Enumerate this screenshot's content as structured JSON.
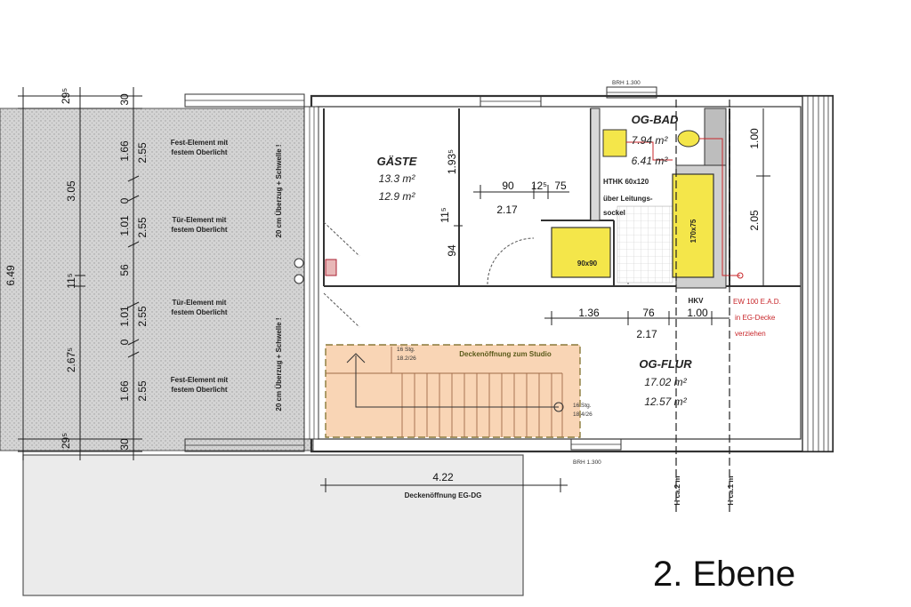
{
  "plan": {
    "title": "2. Ebene",
    "rooms": {
      "gaeste": {
        "name": "GÄSTE",
        "area1": "13.3 m²",
        "area2": "12.9 m²"
      },
      "bad": {
        "name": "OG-BAD",
        "area1": "7.94 m²",
        "area2": "6.41 m²"
      },
      "flur": {
        "name": "OG-FLUR",
        "area1": "17.02 m²",
        "area2": "12.57 m²"
      }
    },
    "elements": {
      "fest_top": [
        "Fest-Element mit",
        "festem Oberlicht"
      ],
      "tuer_1": [
        "Tür-Element mit",
        "festem Oberlicht"
      ],
      "tuer_2": [
        "Tür-Element mit",
        "festem Oberlicht"
      ],
      "fest_bottom": [
        "Fest-Element mit",
        "festem Oberlicht"
      ]
    },
    "notes": {
      "brh_top": "BRH 1.300",
      "brh_bottom": "BRH 1.300",
      "htk": "HTHK 60x120",
      "htk2": "über Leitungs-",
      "htk3": "sockel",
      "shower": "90x90",
      "tub": "170x75",
      "deckenoeffnung_studio": "Deckenöffnung zum Studio",
      "deckenoeffnung_eg": "Deckenöffnung EG-DG",
      "stairs_top": "16 Stg.",
      "stairs_top2": "18.2/26",
      "stairs_bottom": "16 Stg.",
      "stairs_bottom2": "18.4/26",
      "hkv": "HKV",
      "red1": "EW 100 E.A.D.",
      "red2": "in EG-Decke",
      "red3": "verziehen",
      "h2m": "H ca.2 m",
      "h1m": "H ca.1 m",
      "ueberzug1": "20 cm Überzug + Schwelle !",
      "ueberzug2": "20 cm Überzug + Schwelle !"
    },
    "dims": {
      "left_total": "6.49",
      "left_a": "3.05",
      "left_b": "2.67⁵",
      "left_c": "11⁵",
      "top_29": "29⁵",
      "bottom_29": "29⁵",
      "col_30_top": "30",
      "col_30_bottom": "30",
      "col_166_top": "1.66",
      "col_166_bottom": "1.66",
      "col_101_top": "1.01",
      "col_101_bottom": "1.01",
      "col_56": "56",
      "col_0_top": "0",
      "col_0_bottom": "0",
      "col_255_a": "2.55",
      "col_255_b": "2.55",
      "col_255_c": "2.55",
      "col_255_d": "2.55",
      "g_193": "1.93⁵",
      "g_90": "90",
      "g_12": "12⁵",
      "g_75": "75",
      "g_217": "2.17",
      "g_94": "94",
      "g_11": "11⁵",
      "f_136": "1.36",
      "f_76": "76",
      "f_100": "1.00",
      "f_217": "2.17",
      "r_100": "1.00",
      "r_205": "2.05",
      "b_422": "4.22"
    }
  }
}
